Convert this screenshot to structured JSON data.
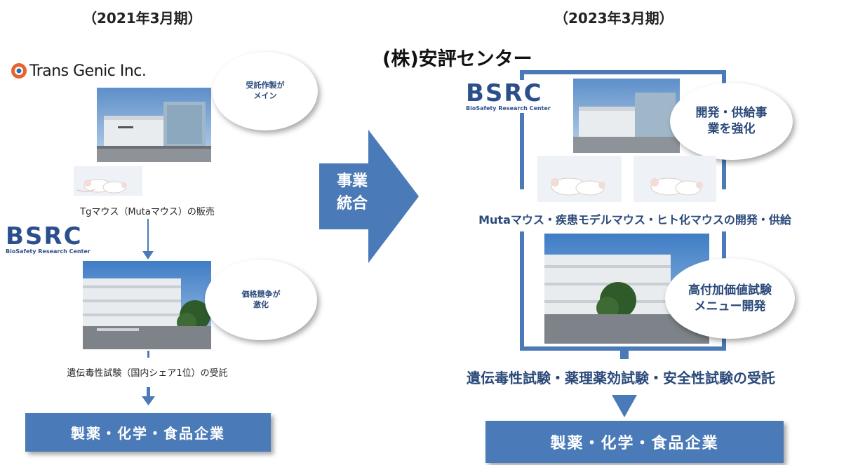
{
  "left": {
    "period": "（2021年3月期）",
    "logo_text": "Trans Genic Inc.",
    "bubble_top": "受託作製が\nメイン",
    "caption_mouse": "Tgマウス（Mutaマウス）の販売",
    "bsrc_logo": "BSRC",
    "bsrc_sub": "BioSafety Research Center",
    "bubble_mid": "価格競争が\n激化",
    "caption_test": "遺伝毒性試験（国内シェア1位）の受託",
    "bottom_bar": "製薬・化学・食品企業"
  },
  "arrow": {
    "label": "事業\n統合"
  },
  "right": {
    "period": "（2023年3月期）",
    "company": "(株)安評センター",
    "bsrc_logo": "BSRC",
    "bsrc_sub": "BioSafety Research Center",
    "bubble_top": "開発・供給事\n業を強化",
    "caption_mouse": "Mutaマウス・疾患モデルマウス・ヒト化マウスの開発・供給",
    "bubble_mid": "高付加価値試験\nメニュー開発",
    "caption_test": "遺伝毒性試験・薬理薬効試験・安全性試験の受託",
    "bottom_bar": "製薬・化学・食品企業"
  },
  "colors": {
    "accent": "#4a7ab8",
    "dark_blue": "#2b4a7a"
  }
}
